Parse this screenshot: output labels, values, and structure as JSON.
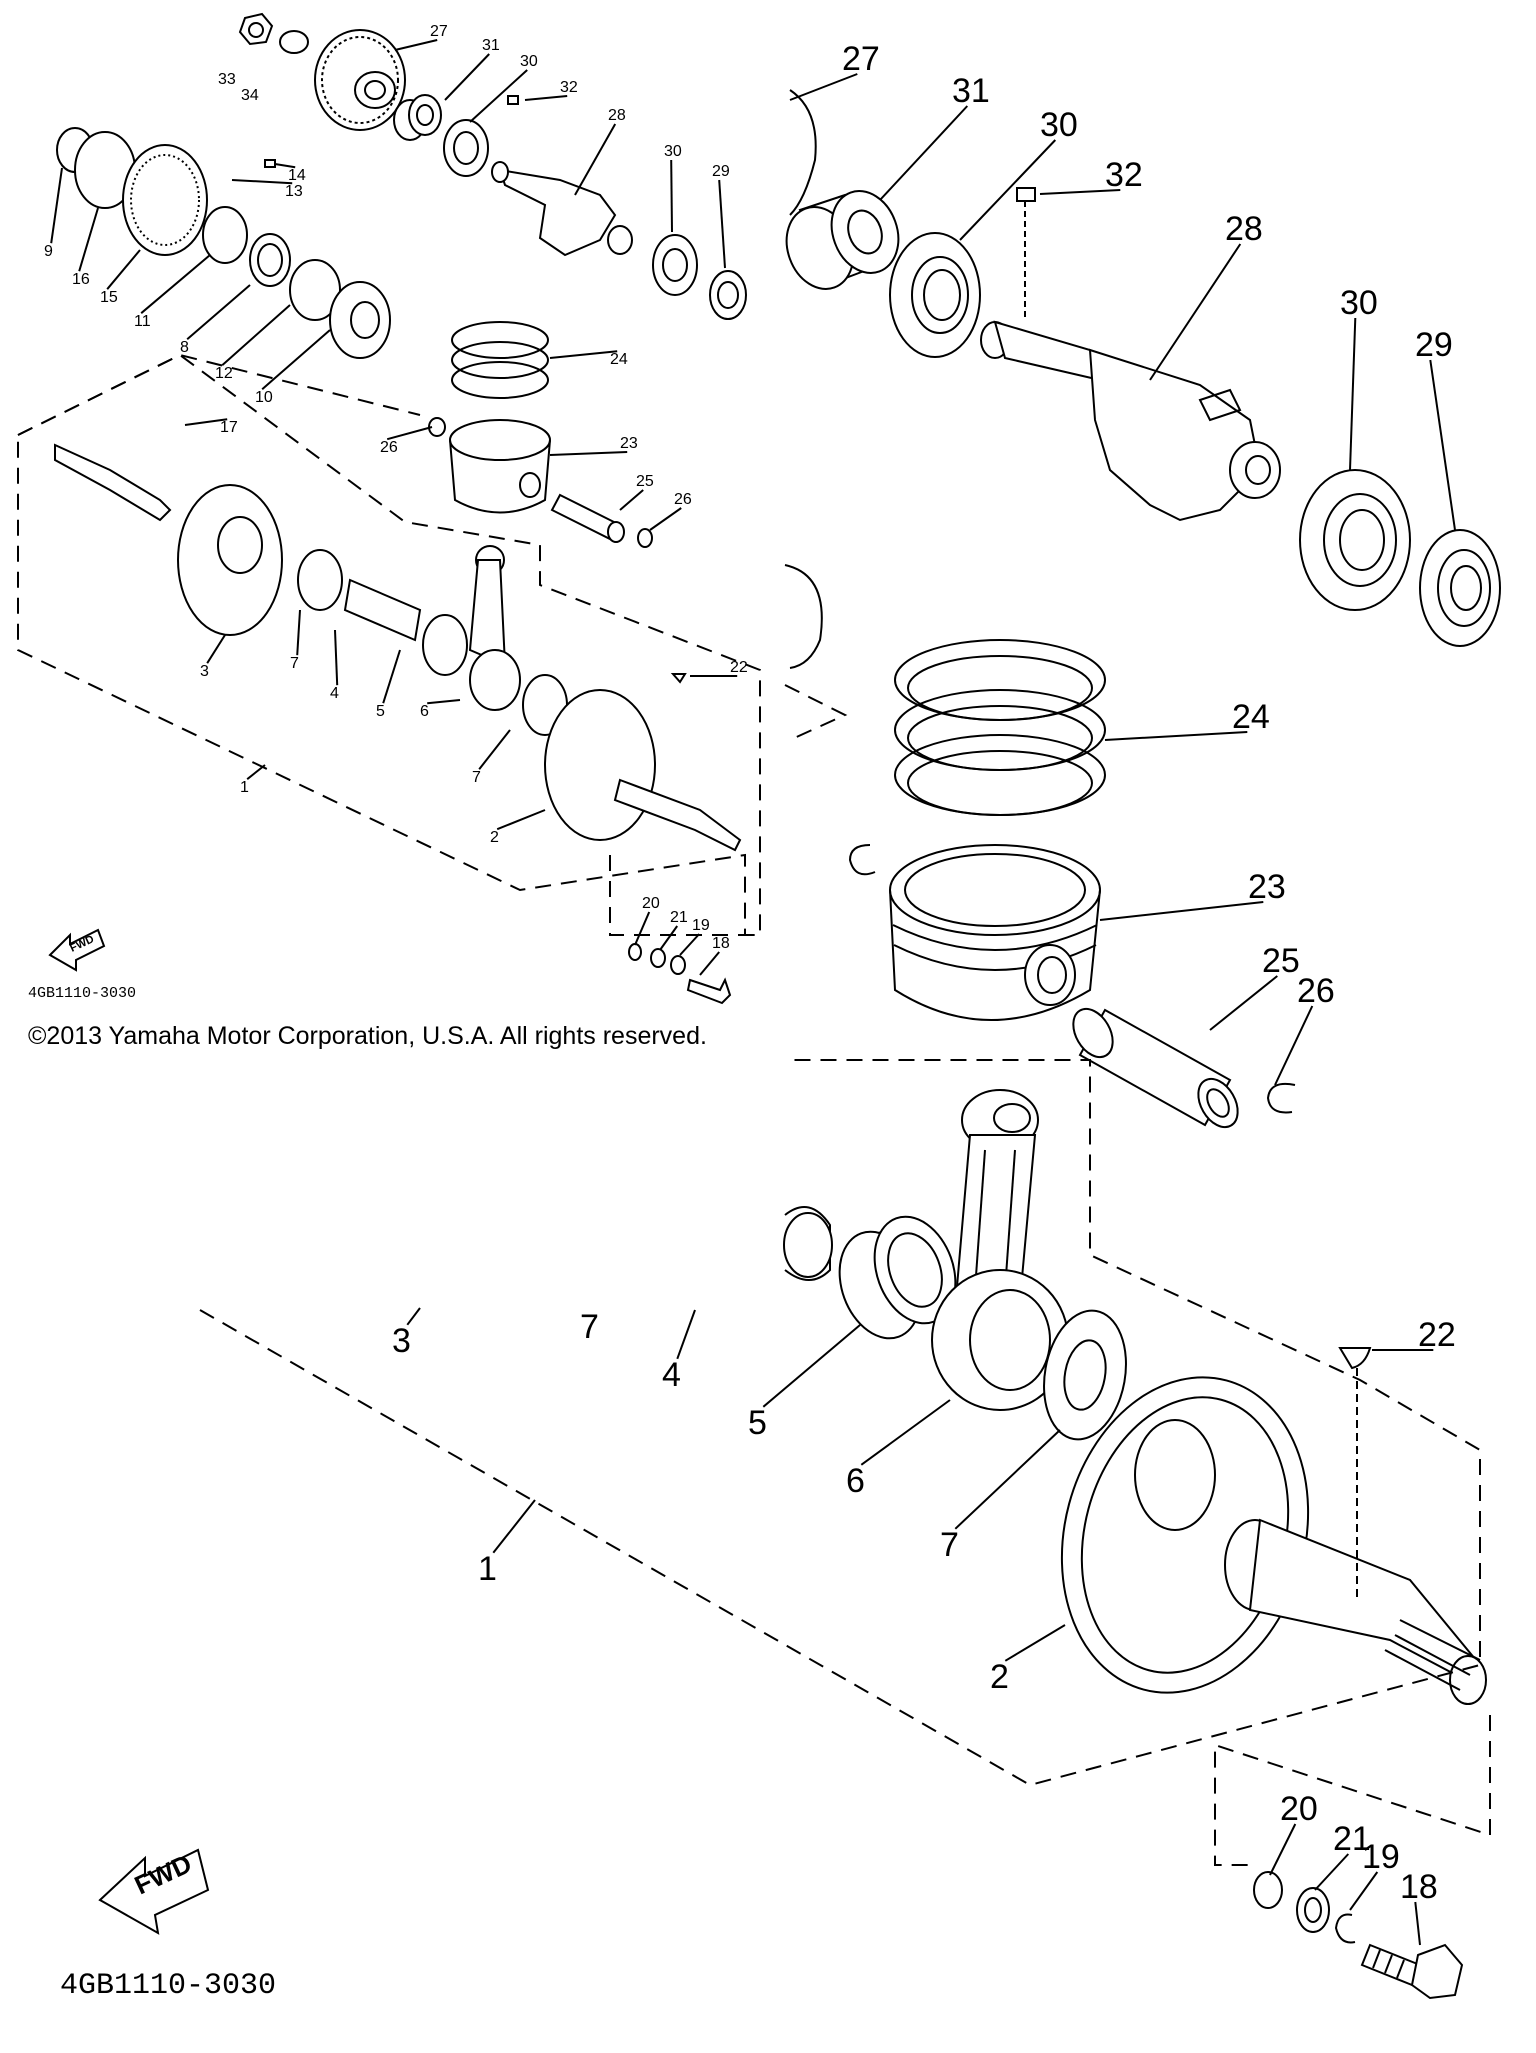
{
  "copyright": "©2013 Yamaha Motor Corporation, U.S.A. All rights reserved.",
  "small_diagram": {
    "fwd_label": "FWD",
    "part_code": "4GB1110-3030",
    "callouts": [
      "33",
      "34",
      "27",
      "31",
      "30",
      "32",
      "28",
      "30",
      "29",
      "9",
      "16",
      "15",
      "11",
      "8",
      "12",
      "10",
      "14",
      "13",
      "24",
      "26",
      "23",
      "25",
      "26",
      "17",
      "3",
      "7",
      "4",
      "5",
      "6",
      "22",
      "7",
      "2",
      "1",
      "20",
      "21",
      "19",
      "18"
    ]
  },
  "large_diagram": {
    "fwd_label": "FWD",
    "part_code": "4GB1110-3030",
    "callouts": [
      "27",
      "31",
      "30",
      "32",
      "28",
      "30",
      "29",
      "24",
      "23",
      "25",
      "26",
      "3",
      "7",
      "4",
      "5",
      "6",
      "7",
      "22",
      "1",
      "2",
      "20",
      "21",
      "19",
      "18"
    ]
  }
}
